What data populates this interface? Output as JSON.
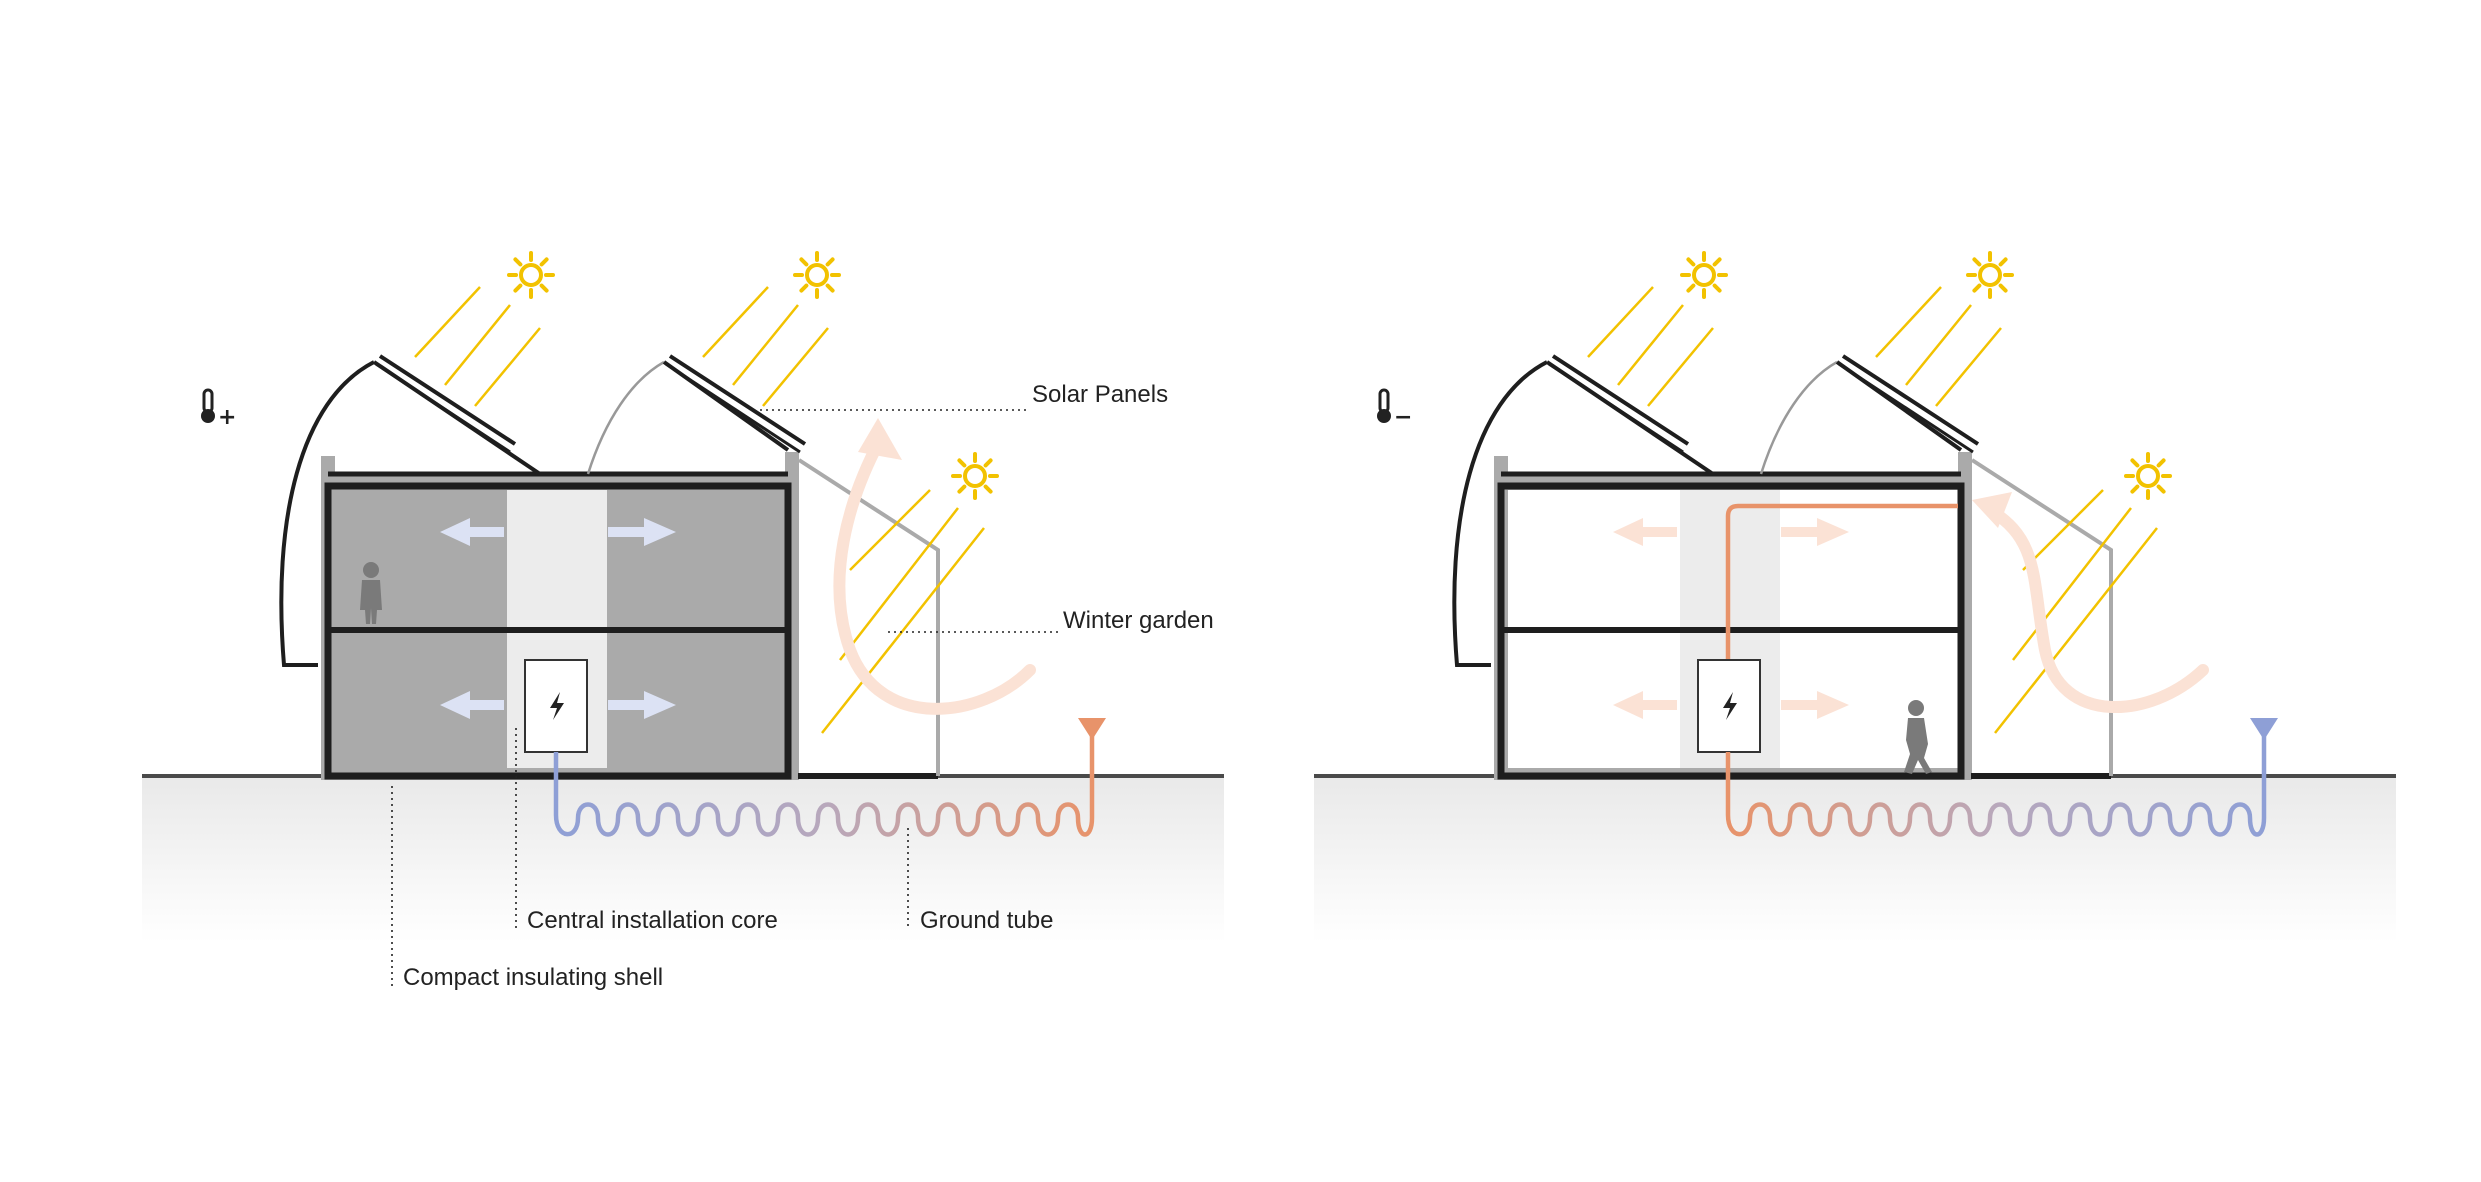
{
  "labels": {
    "solar_panels": "Solar Panels",
    "winter_garden": "Winter garden",
    "central_installation_core": "Central installation core",
    "ground_tube": "Ground tube",
    "compact_insulating_shell": "Compact insulating shell"
  },
  "panels": [
    {
      "name": "heating-mode",
      "thermometer_sign": "+"
    },
    {
      "name": "cooling-mode",
      "thermometer_sign": "−"
    }
  ],
  "colors": {
    "warm": "#E8936A",
    "cool": "#8E9FD6",
    "sun": "#F2C200",
    "wall": "#1E1E1E",
    "shell": "#AAAAAA",
    "core": "#ECECEC",
    "ground": "#4A4A4A",
    "warm_arrow": "#FBE2D5",
    "cool_arrow": "#DCE2F4"
  },
  "icons": [
    "thermometer-plus-icon",
    "thermometer-minus-icon",
    "sun-icon",
    "lightning-icon",
    "person-icon"
  ]
}
